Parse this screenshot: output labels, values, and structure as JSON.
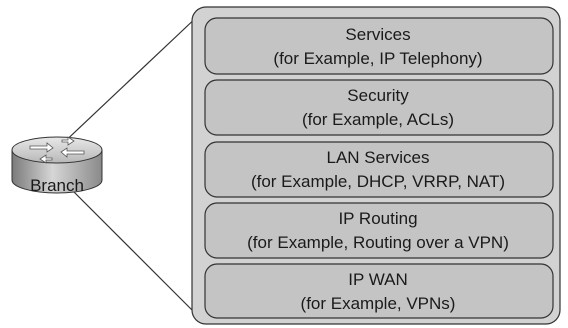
{
  "router": {
    "label": "Branch"
  },
  "layers": [
    {
      "name": "Services",
      "example": "(for Example, IP Telephony)"
    },
    {
      "name": "Security",
      "example": "(for Example, ACLs)"
    },
    {
      "name": "LAN Services",
      "example": "(for Example, DHCP, VRRP, NAT)"
    },
    {
      "name": "IP Routing",
      "example": "(for Example, Routing over a VPN)"
    },
    {
      "name": "IP WAN",
      "example": "(for Example, VPNs)"
    }
  ],
  "colors": {
    "panel_fill": "#d2d2d2",
    "layer_fill": "#c4c4c4",
    "stroke": "#333333",
    "router_body": "#a8a8a8",
    "router_top": "#d8d8d8"
  }
}
